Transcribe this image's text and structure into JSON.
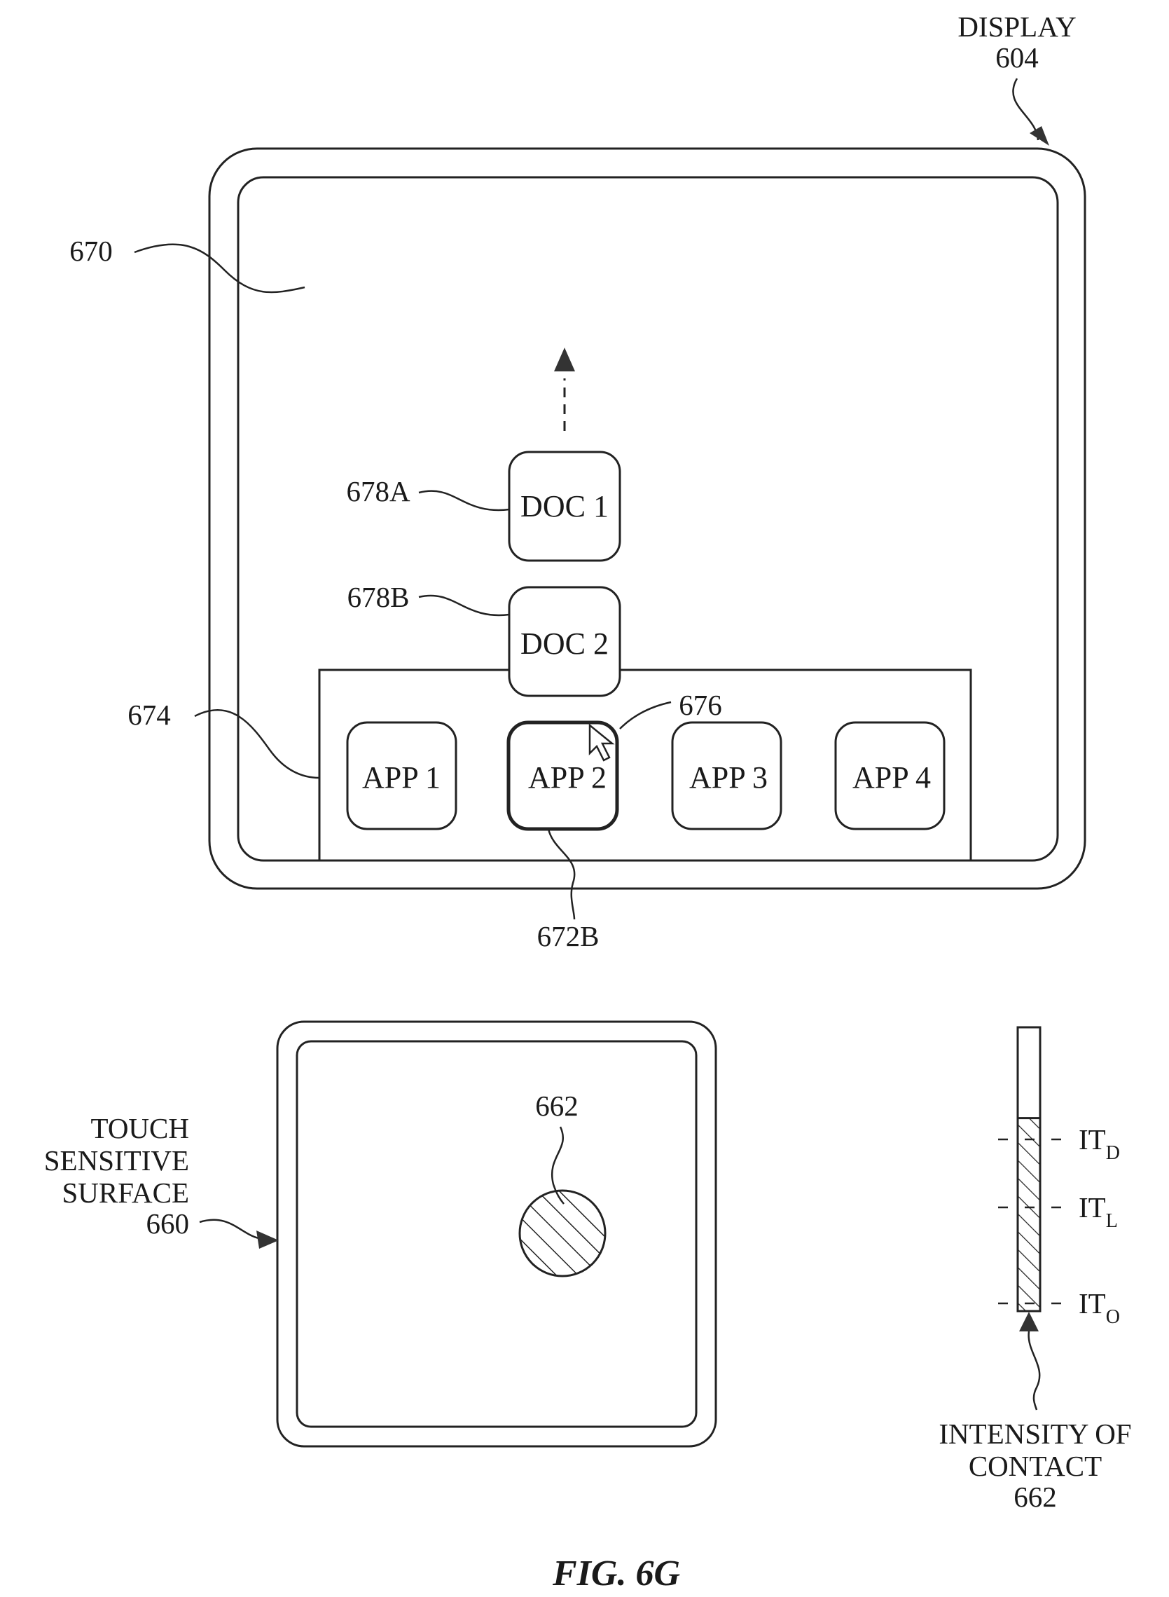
{
  "display": {
    "label": "DISPLAY",
    "ref": "604",
    "ui_ref": "670",
    "dock_ref": "674",
    "cursor_ref": "676",
    "selected_ref": "672B",
    "docs": [
      {
        "ref": "678A",
        "label": "DOC 1"
      },
      {
        "ref": "678B",
        "label": "DOC 2"
      }
    ],
    "apps": [
      {
        "label": "APP 1"
      },
      {
        "label": "APP 2"
      },
      {
        "label": "APP 3"
      },
      {
        "label": "APP 4"
      }
    ]
  },
  "touch_surface": {
    "label_lines": [
      "TOUCH",
      "SENSITIVE",
      "SURFACE"
    ],
    "ref": "660",
    "contact_ref": "662"
  },
  "intensity_meter": {
    "thresholds": [
      {
        "base": "IT",
        "sub": "D"
      },
      {
        "base": "IT",
        "sub": "L"
      },
      {
        "base": "IT",
        "sub": "O"
      }
    ],
    "label_lines": [
      "INTENSITY OF",
      "CONTACT"
    ],
    "ref": "662",
    "fill_level_fraction": 0.68
  },
  "caption": "FIG. 6G"
}
